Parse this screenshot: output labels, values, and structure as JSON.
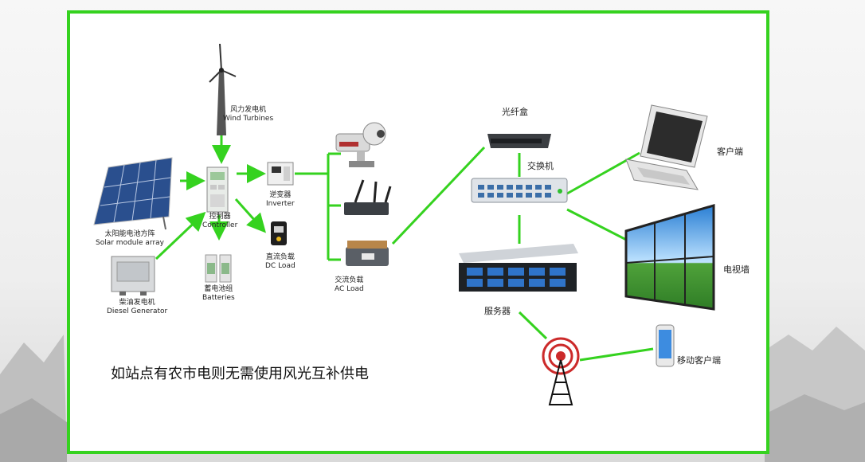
{
  "frame": {
    "border_color": "#35d21f"
  },
  "line_color": "#35d21f",
  "nodes": {
    "wind": {
      "cn": "风力发电机",
      "en": "Wind Turbines"
    },
    "solar": {
      "cn": "太阳能电池方阵",
      "en": "Solar module array"
    },
    "controller": {
      "cn": "控制器",
      "en": "Controller"
    },
    "inverter": {
      "cn": "逆变器",
      "en": "Inverter"
    },
    "dc_load": {
      "cn": "直流负载",
      "en": "DC Load"
    },
    "batteries": {
      "cn": "蓄电池组",
      "en": "Batteries"
    },
    "diesel": {
      "cn": "柴油发电机",
      "en": "Diesel Generator"
    },
    "ac_load": {
      "cn": "交流负载",
      "en": "AC Load"
    },
    "fiber_box": {
      "cn": "光纤盒"
    },
    "switch": {
      "cn": "交换机"
    },
    "client": {
      "cn": "客户端"
    },
    "video_wall": {
      "cn": "电视墙"
    },
    "server": {
      "cn": "服务器"
    },
    "mobile_client": {
      "cn": "移动客户端"
    }
  },
  "caption": "如站点有农市电则无需使用风光互补供电"
}
